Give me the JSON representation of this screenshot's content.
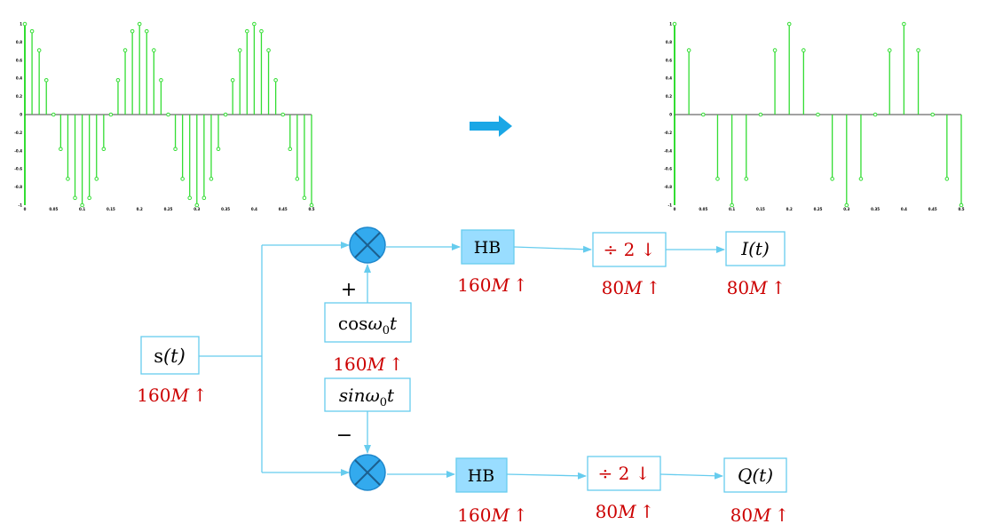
{
  "colors": {
    "stem": "#33dd33",
    "axis": "#33dd33",
    "wire": "#66ccee",
    "box_border": "#66ccee",
    "hb_fill": "#99ddff",
    "mixer_fill": "#33aaee",
    "rate_text": "#cc0000",
    "arrow": "#1aa7e6"
  },
  "left_plot": {
    "y_ticks": [
      "1",
      "0.8",
      "0.6",
      "0.4",
      "0.2",
      "0",
      "-0.2",
      "-0.4",
      "-0.6",
      "-0.8",
      "-1"
    ],
    "x_ticks": [
      "0",
      "0.05",
      "0.1",
      "0.15",
      "0.2",
      "0.25",
      "0.3",
      "0.35",
      "0.4",
      "0.45",
      "0.5"
    ],
    "samples": [
      1,
      0.92,
      0.71,
      0.38,
      0,
      -0.38,
      -0.71,
      -0.92,
      -1,
      -0.92,
      -0.71,
      -0.38,
      0,
      0.38,
      0.71,
      0.92,
      1,
      0.92,
      0.71,
      0.38,
      0,
      -0.38,
      -0.71,
      -0.92,
      -1,
      -0.92,
      -0.71,
      -0.38,
      0,
      0.38,
      0.71,
      0.92,
      1,
      0.92,
      0.71,
      0.38,
      0,
      -0.38,
      -0.71,
      -0.92,
      -1
    ]
  },
  "right_plot": {
    "y_ticks": [
      "1",
      "0.8",
      "0.6",
      "0.4",
      "0.2",
      "0",
      "-0.2",
      "-0.4",
      "-0.6",
      "-0.8",
      "-1"
    ],
    "x_ticks": [
      "0",
      "0.05",
      "0.1",
      "0.15",
      "0.2",
      "0.25",
      "0.3",
      "0.35",
      "0.4",
      "0.45",
      "0.5"
    ],
    "samples": [
      1,
      0.71,
      0,
      -0.71,
      -1,
      -0.71,
      0,
      0.71,
      1,
      0.71,
      0,
      -0.71,
      -1,
      -0.71,
      0,
      0.71,
      1,
      0.71,
      0,
      -0.71,
      -1
    ]
  },
  "diagram": {
    "input": {
      "func": "s",
      "arg": "(t)",
      "rate": "160",
      "unit": "M",
      "arrow": "↑"
    },
    "upper": {
      "sign": "+",
      "osc": {
        "fn": "cos",
        "omega": "ω",
        "sub": "0",
        "t": "t",
        "rate": "160",
        "unit": "M",
        "arrow": "↑"
      },
      "hb": {
        "label": "HB",
        "rate": "160",
        "unit": "M",
        "arrow": "↑"
      },
      "dec": {
        "label": "÷ 2 ↓",
        "rate": "80",
        "unit": "M",
        "arrow": "↑"
      },
      "out": {
        "func": "I",
        "arg": "(t)",
        "rate": "80",
        "unit": "M",
        "arrow": "↑"
      }
    },
    "lower": {
      "sign": "−",
      "osc": {
        "fn": "sin",
        "omega": "ω",
        "sub": "0",
        "t": "t"
      },
      "hb": {
        "label": "HB",
        "rate": "160",
        "unit": "M",
        "arrow": "↑"
      },
      "dec": {
        "label": "÷ 2 ↓",
        "rate": "80",
        "unit": "M",
        "arrow": "↑"
      },
      "out": {
        "func": "Q",
        "arg": "(t)",
        "rate": "80",
        "unit": "M",
        "arrow": "↑"
      }
    }
  }
}
